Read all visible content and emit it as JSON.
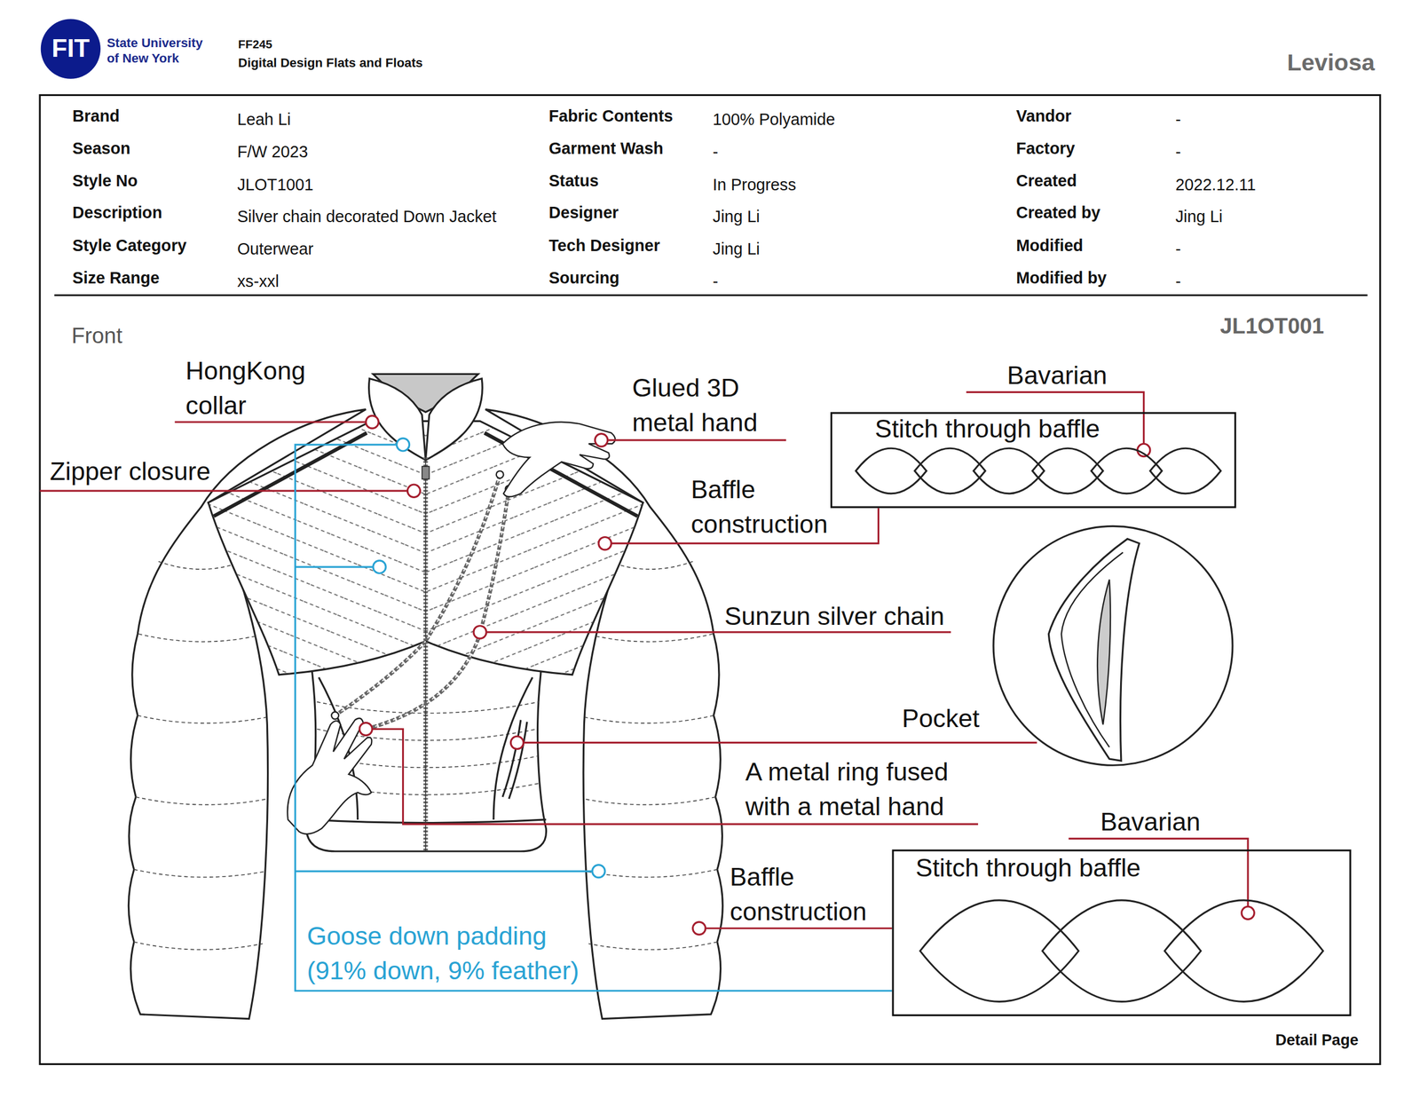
{
  "diagram": {
    "title": "Leviosa",
    "nodes": [
      {
        "text": [
          "Stitch through baffle"
        ]
      },
      {
        "text": [
          "Stitch through baffle"
        ]
      }
    ],
    "labels": [
      "FIT",
      "State University of New York",
      "FF245",
      "Digital Design Flats and Floats",
      "Brand",
      "Leah Li",
      "Fabric Contents",
      "100% Polyamide",
      "Vandor",
      "-",
      "Season",
      "F/W 2023",
      "Garment Wash",
      "-",
      "Factory",
      "-",
      "Style No",
      "JLOT1001",
      "Status",
      "In Progress",
      "Created",
      "2022.12.11",
      "Description",
      "Silver chain decorated Down Jacket",
      "Designer",
      "Jing Li",
      "Created by",
      "Jing Li",
      "Style Category",
      "Outerwear",
      "Tech Designer",
      "Jing Li",
      "Modified",
      "-",
      "Size Range",
      "xs-xxl",
      "Sourcing",
      "-",
      "Modified by",
      "-",
      "Front",
      "JL1OT001",
      "HongKong collar",
      "Zipper closure",
      "Glued 3D metal hand",
      "Bavarian",
      "Baffle construction",
      "Sunzun silver chain",
      "Pocket",
      "A metal ring fused with a metal hand",
      "Bavarian",
      "Baffle construction",
      "Goose down padding (91% down, 9% feather)",
      "Detail Page"
    ]
  }
}
